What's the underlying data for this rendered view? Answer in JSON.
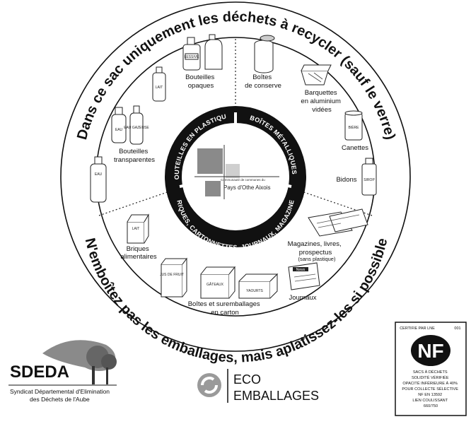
{
  "ring": {
    "top_text": "Dans ce sac uniquement les déchets à recycler (sauf le verre)",
    "bottom_text": "N'emboîtez pas les emballages, mais aplatissez-les si possible"
  },
  "bands": {
    "plastique": "BOUTEILLES EN PLASTIQUE",
    "metal": "BOÎTES MÉTALLIQUES",
    "papier": "BRIQUES, CARTONNETTES, JOURNAUX, MAGAZINES"
  },
  "center": {
    "small_text": "Communauté de communes du",
    "name_text": "Pays d'Othe Aixois"
  },
  "labels": {
    "bouteilles_opaques": [
      "Bouteilles",
      "opaques"
    ],
    "bouteilles_transparentes": [
      "Bouteilles",
      "transparentes"
    ],
    "boites_conserve": [
      "Boîtes",
      "de conserve"
    ],
    "barquettes": [
      "Barquettes",
      "en aluminium",
      "vidées"
    ],
    "canettes": "Canettes",
    "bidons": "Bidons",
    "briques": [
      "Briques",
      "alimentaires"
    ],
    "cartons": [
      "Boîtes et suremballages",
      "en carton"
    ],
    "magazines": [
      "Magazines, livres,",
      "prospectus"
    ],
    "sans_plastique": "(sans plastique)",
    "journaux": "Journaux"
  },
  "package_text": {
    "lessive": "LESSIVE",
    "lait": "LAIT",
    "eau_gazeuse": "EAU GAZEUSE",
    "eau": "EAU",
    "biere": "BIÈRE",
    "sirop": "SIROP",
    "jus": "JUS DE FRUIT",
    "gateaux": "GÂTEAUX",
    "yaourts": "YAOURTS",
    "news": "News"
  },
  "logos": {
    "sdeda_name": "SDEDA",
    "sdeda_line1": "Syndicat Départemental d'Elimination",
    "sdeda_line2": "des Déchets de l'Aube",
    "eco_line1": "ECO",
    "eco_line2": "EMBALLAGES",
    "nf_top": "CERTIFIE PAR LNE",
    "nf_code": "001",
    "nf_mark": "NF",
    "nf_lines": [
      "SACS À DÉCHETS",
      "SOLIDITÉ VÉRIFIÉE",
      "OPACITÉ INFÉRIEURE À 40%",
      "POUR COLLECTE SÉLECTIVE",
      "NF EN 13592",
      "LIEN COULISSANT",
      "660/750"
    ]
  },
  "colors": {
    "band": "#111111",
    "ink": "#111111",
    "grey_square": "#8a8a8a",
    "light_square": "#cfcfcf"
  }
}
